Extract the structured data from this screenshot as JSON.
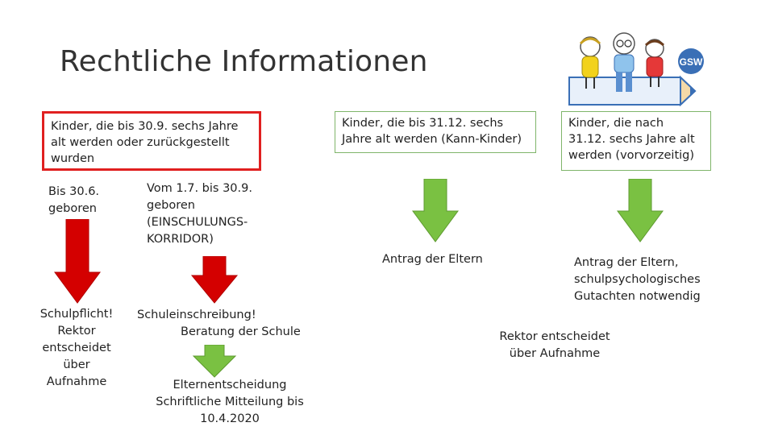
{
  "title": "Rechtliche Informationen",
  "logo": {
    "badge_text": "GSW"
  },
  "col1": {
    "box_text": "Kinder, die bis 30.9. sechs Jahre alt werden oder zurückgestellt wurden",
    "left": {
      "label": "Bis 30.6. geboren",
      "result": "Schulpflicht! Rektor entscheidet über Aufnahme"
    },
    "right": {
      "label": "Vom 1.7. bis 30.9. geboren (EINSCHULUNGS-KORRIDOR)",
      "result_line1": "Schuleinschreibung!",
      "result_line2": "Beratung der Schule",
      "decision": "Elternentscheidung Schriftliche Mitteilung bis 10.4.2020"
    }
  },
  "col2": {
    "box_text": "Kinder, die bis 31.12. sechs Jahre alt werden (Kann-Kinder)",
    "result": "Antrag der Eltern"
  },
  "col3": {
    "box_text": "Kinder, die nach 31.12. sechs Jahre alt werden (vorvorzeitig)",
    "result": "Antrag der Eltern, schulpsychologisches Gutachten notwendig",
    "decision": "Rektor entscheidet über Aufnahme"
  },
  "colors": {
    "red_arrow": "#d40000",
    "green_arrow": "#7ac142",
    "red_border": "#e02020",
    "green_border": "#7fb56a"
  }
}
